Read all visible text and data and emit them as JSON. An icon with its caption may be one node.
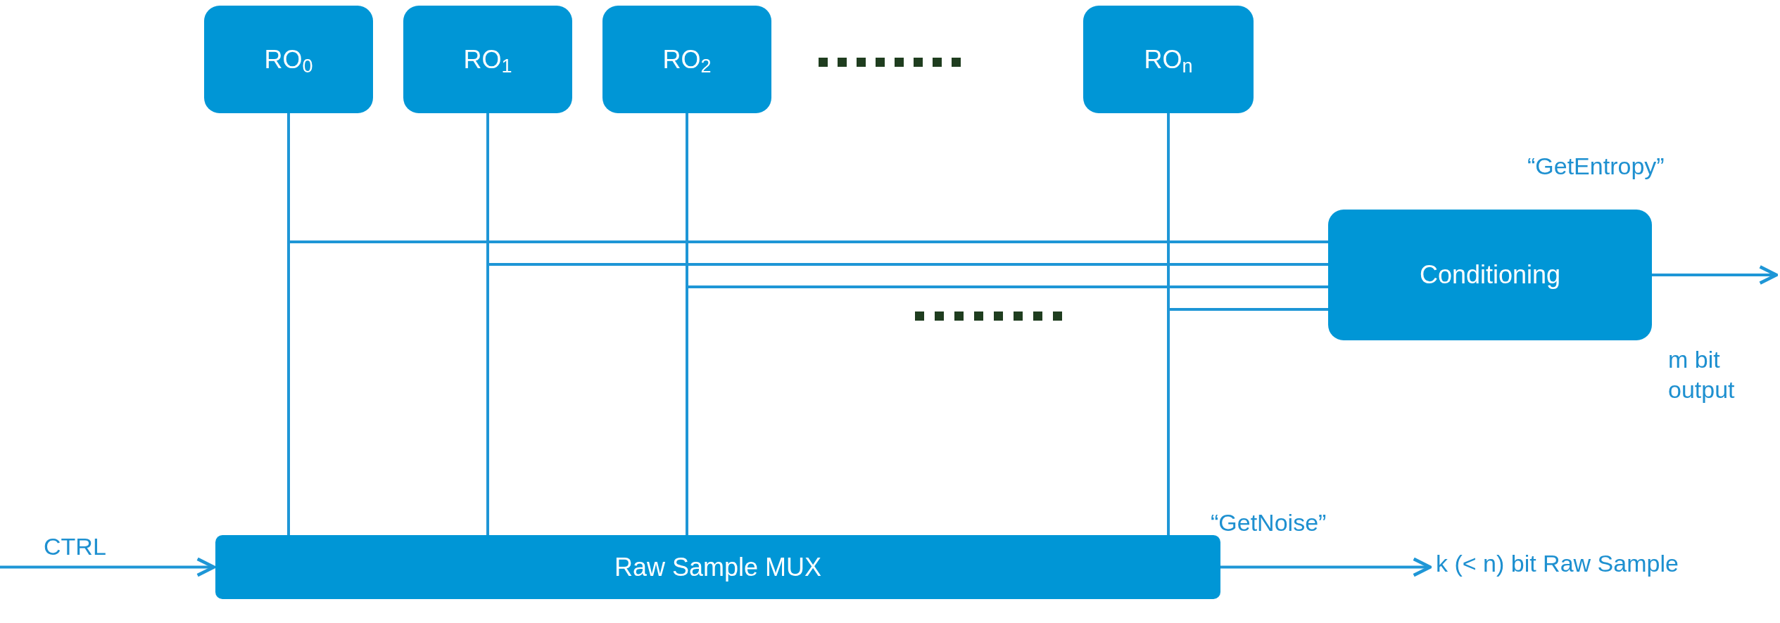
{
  "diagram": {
    "nodes": [
      {
        "text": [
          "RO$_{0}$"
        ]
      },
      {
        "text": [
          "RO$_{1}$"
        ]
      },
      {
        "text": [
          "RO$_{2}$"
        ]
      },
      {
        "text": [
          "RO$_{n}$"
        ]
      },
      {
        "text": [
          "Conditioning"
        ]
      },
      {
        "text": [
          "Raw Sample MUX"
        ]
      },
      {
        "text": [
          "k (< n) bit Raw Sample"
        ]
      }
    ],
    "edges": [
      {
        "from": 0,
        "to": 5,
        "arrow": "none"
      },
      {
        "from": 0,
        "to": 4,
        "arrow": "none"
      },
      {
        "from": 1,
        "to": 5,
        "arrow": "none"
      },
      {
        "from": 1,
        "to": 4,
        "arrow": "none"
      },
      {
        "from": 2,
        "to": 5,
        "arrow": "none"
      },
      {
        "from": 2,
        "to": 4,
        "arrow": "none"
      },
      {
        "from": 3,
        "to": 5,
        "arrow": "none"
      },
      {
        "from": 3,
        "to": 4,
        "arrow": "none"
      },
      {
        "from": null,
        "to": 5,
        "arrow": "to",
        "label": "CTRL"
      },
      {
        "from": 5,
        "to": 6,
        "arrow": "to"
      },
      {
        "from": 4,
        "to": null,
        "arrow": "to"
      }
    ],
    "labels": [
      "“GetEntropy”",
      "m bit output",
      "“GetNoise”"
    ]
  }
}
